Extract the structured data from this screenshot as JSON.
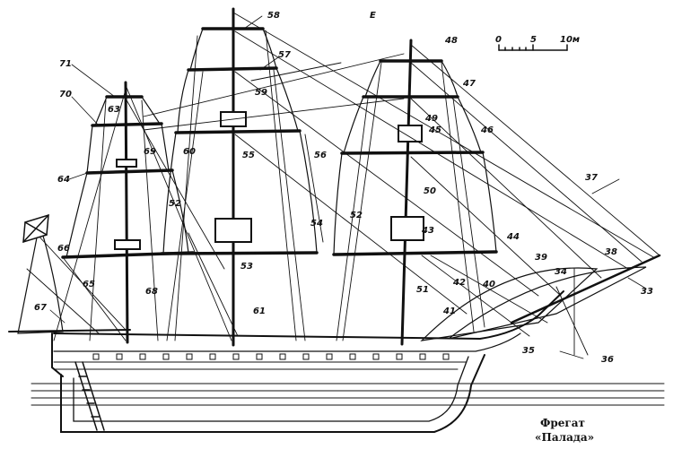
{
  "corner_letter": "Е",
  "scale_bar": {
    "ticks": [
      "0",
      "5",
      "10м"
    ]
  },
  "caption": {
    "line1": "Фрегат",
    "line2": "«Палада»"
  },
  "callouts": [
    {
      "id": "c33",
      "text": "33"
    },
    {
      "id": "c34",
      "text": "34"
    },
    {
      "id": "c35",
      "text": "35"
    },
    {
      "id": "c36",
      "text": "36"
    },
    {
      "id": "c37",
      "text": "37"
    },
    {
      "id": "c38",
      "text": "38"
    },
    {
      "id": "c39",
      "text": "39"
    },
    {
      "id": "c40",
      "text": "40"
    },
    {
      "id": "c41",
      "text": "41"
    },
    {
      "id": "c42",
      "text": "42"
    },
    {
      "id": "c43",
      "text": "43"
    },
    {
      "id": "c44",
      "text": "44"
    },
    {
      "id": "c45",
      "text": "45"
    },
    {
      "id": "c46",
      "text": "46"
    },
    {
      "id": "c47",
      "text": "47"
    },
    {
      "id": "c48",
      "text": "48"
    },
    {
      "id": "c49",
      "text": "49"
    },
    {
      "id": "c50",
      "text": "50"
    },
    {
      "id": "c51",
      "text": "51"
    },
    {
      "id": "c52a",
      "text": "52"
    },
    {
      "id": "c52b",
      "text": "52"
    },
    {
      "id": "c53",
      "text": "53"
    },
    {
      "id": "c54",
      "text": "54"
    },
    {
      "id": "c55",
      "text": "55"
    },
    {
      "id": "c56",
      "text": "56"
    },
    {
      "id": "c57",
      "text": "57"
    },
    {
      "id": "c58",
      "text": "58"
    },
    {
      "id": "c59",
      "text": "59"
    },
    {
      "id": "c60",
      "text": "60"
    },
    {
      "id": "c61",
      "text": "61"
    },
    {
      "id": "c63",
      "text": "63"
    },
    {
      "id": "c64",
      "text": "64"
    },
    {
      "id": "c65",
      "text": "65"
    },
    {
      "id": "c66",
      "text": "66"
    },
    {
      "id": "c67",
      "text": "67"
    },
    {
      "id": "c68",
      "text": "68"
    },
    {
      "id": "c69",
      "text": "69"
    },
    {
      "id": "c70",
      "text": "70"
    },
    {
      "id": "c71",
      "text": "71"
    }
  ]
}
